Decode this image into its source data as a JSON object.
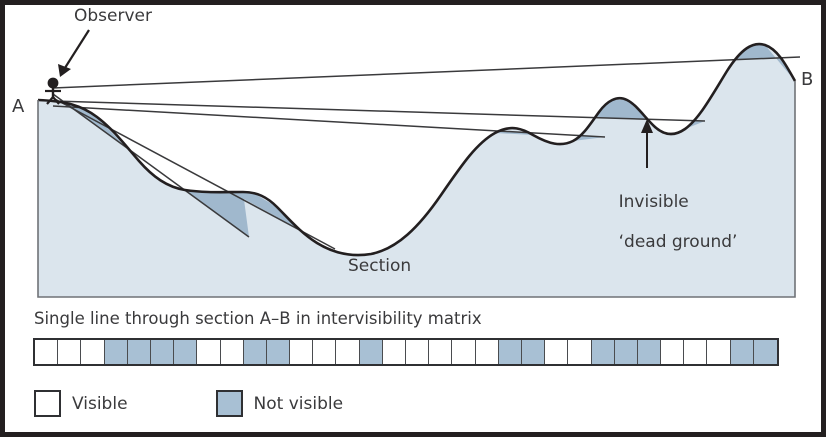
{
  "figure": {
    "labels": {
      "observer": "Observer",
      "point_a": "A",
      "point_b": "B",
      "section": "Section",
      "dead_ground_line1": "Invisible",
      "dead_ground_line2": "‘dead ground’"
    },
    "matrix": {
      "caption": "Single line through section A–B in intervisibility matrix",
      "cells": [
        "visible",
        "visible",
        "visible",
        "notvisible",
        "notvisible",
        "notvisible",
        "notvisible",
        "visible",
        "visible",
        "notvisible",
        "notvisible",
        "visible",
        "visible",
        "visible",
        "notvisible",
        "visible",
        "visible",
        "visible",
        "visible",
        "visible",
        "notvisible",
        "notvisible",
        "visible",
        "visible",
        "notvisible",
        "notvisible",
        "notvisible",
        "visible",
        "visible",
        "visible",
        "notvisible",
        "notvisible"
      ]
    },
    "legend": {
      "visible_label": "Visible",
      "notvisible_label": "Not visible"
    },
    "colors": {
      "terrain_fill": "#dbe5ed",
      "dead_ground_fill": "#a0b8cd",
      "cell_notvisible": "#a8c0d4",
      "cell_visible": "#ffffff",
      "outline": "#231f20",
      "text": "#3a3a3c"
    }
  }
}
